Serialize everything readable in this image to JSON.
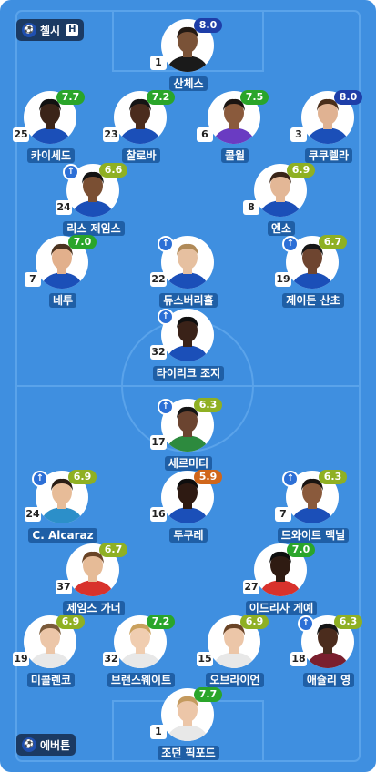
{
  "teams": {
    "home": {
      "name": "첼시",
      "tag": "H",
      "crest_color": "#1f4fb0"
    },
    "away": {
      "name": "에버튼",
      "crest_color": "#1f4fb0"
    }
  },
  "rating_colors": {
    "excellent": "#1e3ea8",
    "good": "#2aa52a",
    "ok": "#8fb023",
    "low": "#d0661a"
  },
  "players": [
    {
      "id": "sanchez",
      "name": "산체스",
      "number": "1",
      "rating": "8.0",
      "band": "excellent",
      "sub": false,
      "skin": "#7a5237",
      "hair": "#241a14",
      "shirt": "#1a1a1a"
    },
    {
      "id": "caicedo",
      "name": "카이세도",
      "number": "25",
      "rating": "7.7",
      "band": "good",
      "sub": false,
      "skin": "#3b2418",
      "hair": "#111111",
      "shirt": "#1b4fb8"
    },
    {
      "id": "chalobah",
      "name": "찰로바",
      "number": "23",
      "rating": "7.2",
      "band": "good",
      "sub": false,
      "skin": "#4b2c1d",
      "hair": "#151515",
      "shirt": "#1b4fb8"
    },
    {
      "id": "colwill",
      "name": "콜윌",
      "number": "6",
      "rating": "7.5",
      "band": "good",
      "sub": false,
      "skin": "#8a5a3c",
      "hair": "#1a1411",
      "shirt": "#6a3bc2"
    },
    {
      "id": "cucurella",
      "name": "쿠쿠렐라",
      "number": "3",
      "rating": "8.0",
      "band": "excellent",
      "sub": false,
      "skin": "#e0b292",
      "hair": "#4a2e1a",
      "shirt": "#1b4fb8"
    },
    {
      "id": "reece",
      "name": "리스 제임스",
      "number": "24",
      "rating": "6.6",
      "band": "ok",
      "sub": true,
      "skin": "#7a4f33",
      "hair": "#141414",
      "shirt": "#1b4fb8"
    },
    {
      "id": "enzo",
      "name": "엔소",
      "number": "8",
      "rating": "6.9",
      "band": "ok",
      "sub": false,
      "skin": "#e3b796",
      "hair": "#3a2518",
      "shirt": "#1b4fb8"
    },
    {
      "id": "neto",
      "name": "네투",
      "number": "7",
      "rating": "7.0",
      "band": "good",
      "sub": false,
      "skin": "#e2b08c",
      "hair": "#4b3320",
      "shirt": "#1b4fb8"
    },
    {
      "id": "dewsbury",
      "name": "듀스버리홀",
      "number": "22",
      "rating": "",
      "band": "good",
      "sub": true,
      "skin": "#e6c0a0",
      "hair": "#b08a58",
      "shirt": "#1b4fb8"
    },
    {
      "id": "sancho",
      "name": "제이든 산초",
      "number": "19",
      "rating": "6.7",
      "band": "ok",
      "sub": true,
      "skin": "#6e4530",
      "hair": "#161616",
      "shirt": "#1b4fb8"
    },
    {
      "id": "george",
      "name": "타이리크 조지",
      "number": "32",
      "rating": "",
      "band": "good",
      "sub": true,
      "skin": "#3a2218",
      "hair": "#101010",
      "shirt": "#1b4fb8"
    },
    {
      "id": "sermetti",
      "name": "세르미티",
      "number": "17",
      "rating": "6.3",
      "band": "ok",
      "sub": true,
      "skin": "#6b4430",
      "hair": "#151515",
      "shirt": "#2d8a3e"
    },
    {
      "id": "alcaraz",
      "name": "C. Alcaraz",
      "number": "24",
      "rating": "6.9",
      "band": "ok",
      "sub": true,
      "skin": "#e7bc98",
      "hair": "#2a1d14",
      "shirt": "#2c8fc9"
    },
    {
      "id": "doucoure",
      "name": "두쿠레",
      "number": "16",
      "rating": "5.9",
      "band": "low",
      "sub": false,
      "skin": "#2e1a12",
      "hair": "#0e0e0e",
      "shirt": "#1b4fb8"
    },
    {
      "id": "mcneil",
      "name": "드와이트 맥닐",
      "number": "7",
      "rating": "6.3",
      "band": "ok",
      "sub": true,
      "skin": "#8a5a3c",
      "hair": "#1a1411",
      "shirt": "#1b4fb8"
    },
    {
      "id": "garner",
      "name": "제임스 가너",
      "number": "37",
      "rating": "6.7",
      "band": "ok",
      "sub": false,
      "skin": "#e6bb97",
      "hair": "#6a4426",
      "shirt": "#d8322c"
    },
    {
      "id": "gueye",
      "name": "이드리사 게예",
      "number": "27",
      "rating": "7.0",
      "band": "good",
      "sub": false,
      "skin": "#2f1b12",
      "hair": "#0e0e0e",
      "shirt": "#d8322c"
    },
    {
      "id": "mykolenko",
      "name": "미콜렌코",
      "number": "19",
      "rating": "6.9",
      "band": "ok",
      "sub": false,
      "skin": "#ecc6a8",
      "hair": "#7a5a3a",
      "shirt": "#e8e8e8"
    },
    {
      "id": "branthwaite",
      "name": "브랜스웨이트",
      "number": "32",
      "rating": "7.2",
      "band": "good",
      "sub": false,
      "skin": "#f0cdb0",
      "hair": "#caa15e",
      "shirt": "#e8e8e8"
    },
    {
      "id": "obrien",
      "name": "오브라이언",
      "number": "15",
      "rating": "6.9",
      "band": "ok",
      "sub": false,
      "skin": "#ecc6a8",
      "hair": "#6a4426",
      "shirt": "#e8e8e8"
    },
    {
      "id": "young",
      "name": "애슐리 영",
      "number": "18",
      "rating": "6.3",
      "band": "ok",
      "sub": true,
      "skin": "#4b2c1d",
      "hair": "#151515",
      "shirt": "#7a1f2e"
    },
    {
      "id": "pickford",
      "name": "조던 픽포드",
      "number": "1",
      "rating": "7.7",
      "band": "good",
      "sub": false,
      "skin": "#ecc6a8",
      "hair": "#c49a5e",
      "shirt": "#e8e8e8"
    }
  ]
}
